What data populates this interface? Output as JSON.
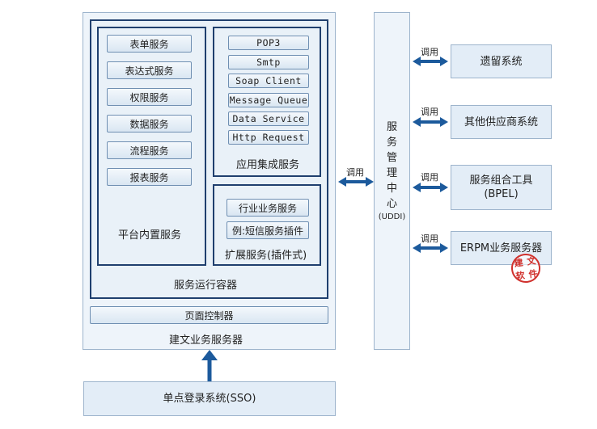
{
  "server": {
    "title": "建文业务服务器",
    "page_controller": "页面控制器",
    "container_label": "服务运行容器"
  },
  "builtin": {
    "title": "平台内置服务",
    "items": [
      "表单服务",
      "表达式服务",
      "权限服务",
      "数据服务",
      "流程服务",
      "报表服务"
    ]
  },
  "integration": {
    "title": "应用集成服务",
    "items": [
      "POP3",
      "Smtp",
      "Soap Client",
      "Message Queue",
      "Data Service",
      "Http Request"
    ]
  },
  "extension": {
    "title": "扩展服务(插件式)",
    "items": [
      "行业业务服务",
      "例:短信服务插件"
    ]
  },
  "sso": {
    "label": "单点登录系统(SSO)"
  },
  "center": {
    "chars": [
      "服",
      "务",
      "管",
      "理",
      "中",
      "心"
    ],
    "sub": "(UDDI)"
  },
  "call_label": "调用",
  "systems": [
    {
      "line1": "遗留系统",
      "line2": ""
    },
    {
      "line1": "其他供应商系统",
      "line2": ""
    },
    {
      "line1": "服务组合工具",
      "line2": "(BPEL)"
    },
    {
      "line1": "ERPM业务服务器",
      "line2": ""
    }
  ],
  "stamp": {
    "chars": [
      "建",
      "文",
      "软",
      "件"
    ]
  },
  "colors": {
    "arrow": "#1c5a9c",
    "dark_border": "#1f3f6e",
    "stamp": "#d0312d"
  }
}
